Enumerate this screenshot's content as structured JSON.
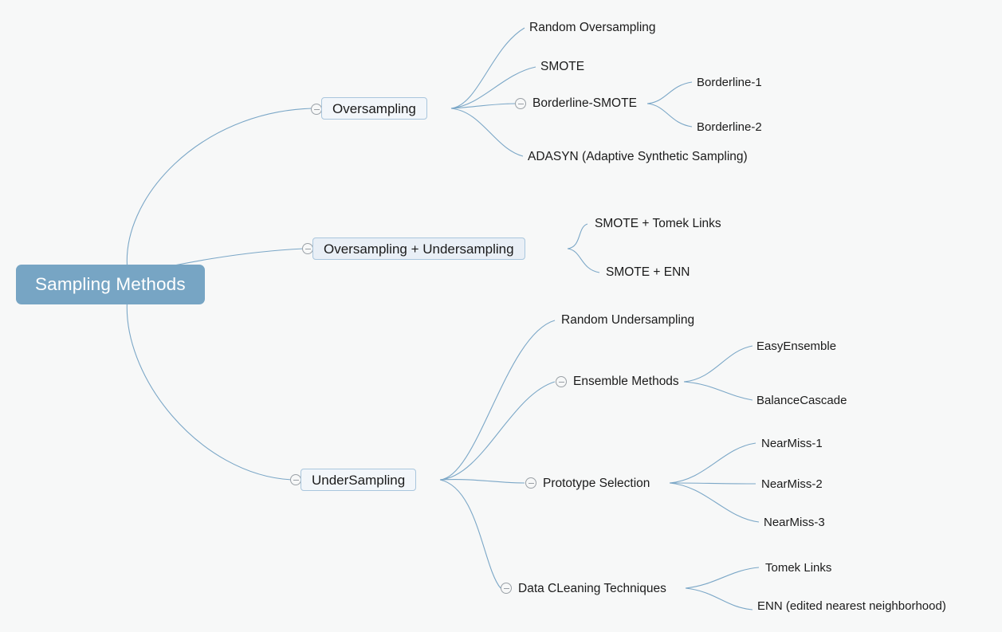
{
  "canvas": {
    "background": "#f7f8f8",
    "edge_color": "#7ba7c7",
    "root_fill": "#77a5c4",
    "branch_fill": "#f2f6fa",
    "branch_border": "#a9c6dd",
    "text_color": "#1b1b1b",
    "toggle_color": "#9aa0a6"
  },
  "root": {
    "label": "Sampling Methods"
  },
  "branches": [
    {
      "label": "Oversampling",
      "toggle": "collapse-toggle-minus",
      "children": [
        {
          "label": "Random Oversampling"
        },
        {
          "label": "SMOTE"
        },
        {
          "label": "Borderline-SMOTE",
          "toggle": "collapse-toggle-minus",
          "children": [
            {
              "label": "Borderline-1"
            },
            {
              "label": "Borderline-2"
            }
          ]
        },
        {
          "label": "ADASYN (Adaptive Synthetic Sampling)"
        }
      ]
    },
    {
      "label": "Oversampling + Undersampling",
      "toggle": "collapse-toggle-minus",
      "children": [
        {
          "label": "SMOTE + Tomek Links"
        },
        {
          "label": "SMOTE + ENN"
        }
      ]
    },
    {
      "label": "UnderSampling",
      "toggle": "collapse-toggle-minus",
      "children": [
        {
          "label": "Random Undersampling"
        },
        {
          "label": "Ensemble Methods",
          "toggle": "collapse-toggle-minus",
          "children": [
            {
              "label": "EasyEnsemble"
            },
            {
              "label": "BalanceCascade"
            }
          ]
        },
        {
          "label": "Prototype Selection",
          "toggle": "collapse-toggle-minus",
          "children": [
            {
              "label": "NearMiss-1"
            },
            {
              "label": "NearMiss-2"
            },
            {
              "label": "NearMiss-3"
            }
          ]
        },
        {
          "label": "Data CLeaning Techniques",
          "toggle": "collapse-toggle-minus",
          "children": [
            {
              "label": "Tomek Links"
            },
            {
              "label": "ENN (edited nearest neighborhood)"
            }
          ]
        }
      ]
    }
  ]
}
